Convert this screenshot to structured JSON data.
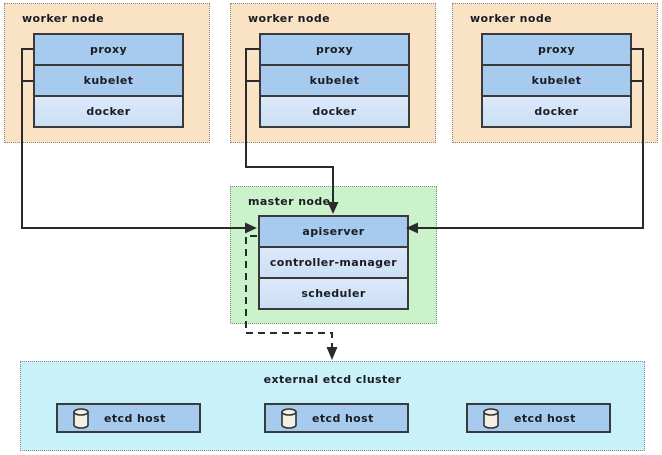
{
  "workers": [
    {
      "label": "worker node",
      "components": [
        "proxy",
        "kubelet",
        "docker"
      ]
    },
    {
      "label": "worker node",
      "components": [
        "proxy",
        "kubelet",
        "docker"
      ]
    },
    {
      "label": "worker node",
      "components": [
        "proxy",
        "kubelet",
        "docker"
      ]
    }
  ],
  "master": {
    "label": "master node",
    "components": [
      "apiserver",
      "controller-manager",
      "scheduler"
    ]
  },
  "etcd": {
    "label": "external etcd cluster",
    "hosts": [
      "etcd host",
      "etcd host",
      "etcd host"
    ]
  },
  "connections": [
    {
      "from": "worker-node-1 proxy+kubelet",
      "to": "master-node apiserver",
      "style": "solid-arrow"
    },
    {
      "from": "worker-node-2 proxy+kubelet",
      "to": "master-node apiserver",
      "style": "solid-arrow"
    },
    {
      "from": "worker-node-3 proxy+kubelet",
      "to": "master-node apiserver",
      "style": "solid-arrow"
    },
    {
      "from": "master-node apiserver",
      "to": "external etcd cluster",
      "style": "dashed-arrow"
    }
  ],
  "colors": {
    "worker_bg": "#fae3c5",
    "master_bg": "#cbf3cb",
    "etcd_bg": "#c8f1fa",
    "component_blue": "#a6cbef",
    "component_blue_light": "#d6e6f8",
    "box_border": "#3a3a3a",
    "group_border": "#8a8a8a",
    "line": "#2b2b2b",
    "text": "#1b1b24",
    "cylinder_fill": "#f2efe5"
  }
}
